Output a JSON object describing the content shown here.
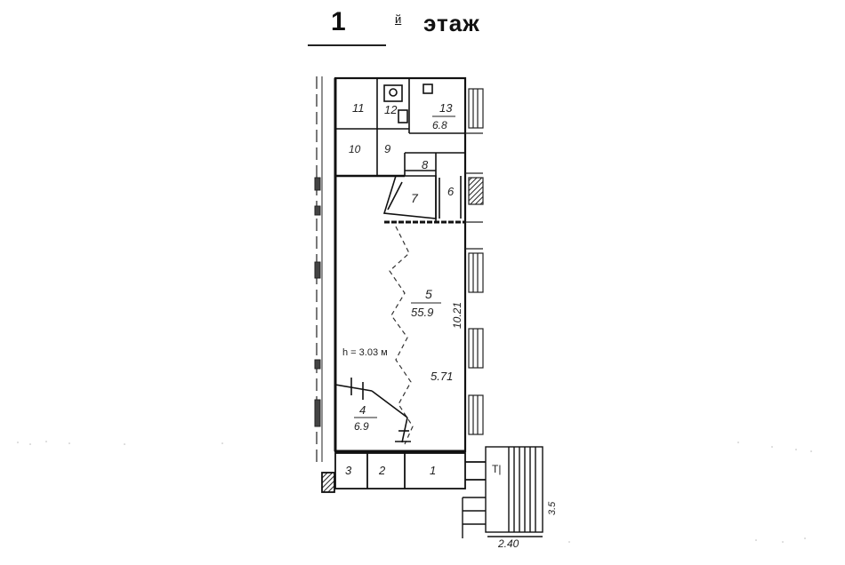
{
  "header": {
    "floor_number": "1",
    "floor_suffix": "й",
    "floor_word": "этаж"
  },
  "rooms": [
    {
      "id": "1",
      "area": ""
    },
    {
      "id": "2",
      "area": ""
    },
    {
      "id": "3",
      "area": ""
    },
    {
      "id": "4",
      "area": "6.9"
    },
    {
      "id": "5",
      "area": "55.9"
    },
    {
      "id": "6",
      "area": ""
    },
    {
      "id": "7",
      "area": ""
    },
    {
      "id": "8",
      "area": ""
    },
    {
      "id": "9",
      "area": ""
    },
    {
      "id": "10",
      "area": ""
    },
    {
      "id": "11",
      "area": ""
    },
    {
      "id": "12",
      "area": ""
    },
    {
      "id": "13",
      "area": "6.8"
    }
  ],
  "dimensions": {
    "ceiling_height": "h = 3.03 м",
    "main_length": "10.21",
    "main_width": "5.71",
    "stair_width": "2.40",
    "stair_length": "3.5"
  },
  "marks": {
    "stair_symbol": "Т|"
  }
}
